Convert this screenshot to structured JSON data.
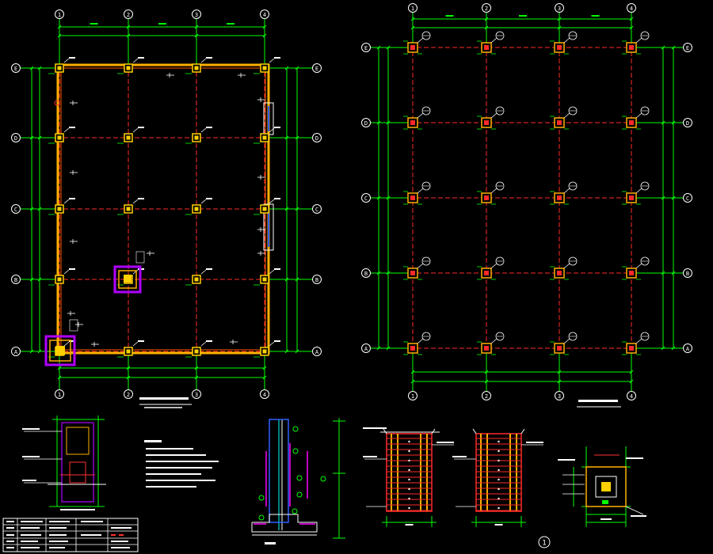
{
  "drawing": {
    "colors": {
      "background": "#000000",
      "grid_axis": "#ff2a2a",
      "dimension": "#00ff00",
      "wall": "#ffb000",
      "column": "#ffd000",
      "bubble": "#ffffff",
      "note_text": "#ffffff",
      "detail_box": "#b000ff",
      "accent": "#00ffff"
    },
    "left_plan": {
      "column_labels": [
        "1",
        "2",
        "3",
        "4"
      ],
      "row_labels": [
        "A",
        "B",
        "C",
        "D",
        "E"
      ]
    },
    "right_plan": {
      "column_labels": [
        "1",
        "2",
        "3",
        "4"
      ],
      "row_labels": [
        "A",
        "B",
        "C",
        "D",
        "E"
      ]
    },
    "bottom": {
      "detail_index": "1"
    }
  }
}
